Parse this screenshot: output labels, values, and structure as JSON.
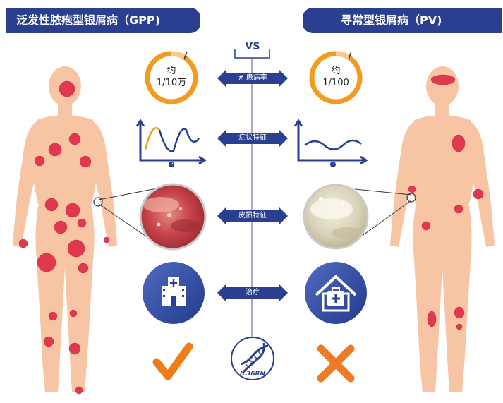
{
  "header": {
    "left_title": "泛发性脓疱型银屑病（GPP)",
    "right_title": "寻常型银屑病（PV)"
  },
  "center": {
    "vs_label": "VS",
    "rows": [
      {
        "label": "#  患病率"
      },
      {
        "label": "症状特征"
      },
      {
        "label": "皮损特征"
      },
      {
        "label": "治疗"
      }
    ],
    "gene_label": "IL36RN"
  },
  "gpp": {
    "prevalence_line1": "约",
    "prevalence_line2": "1/10万"
  },
  "pv": {
    "prevalence_line1": "约",
    "prevalence_line2": "1/100"
  },
  "colors": {
    "navy": "#2a3f8f",
    "ring": "#f39a1f",
    "skin": "#f8c5a4",
    "lesion": "#e0394f",
    "check": "#f07c18",
    "cross": "#ee7a24"
  }
}
